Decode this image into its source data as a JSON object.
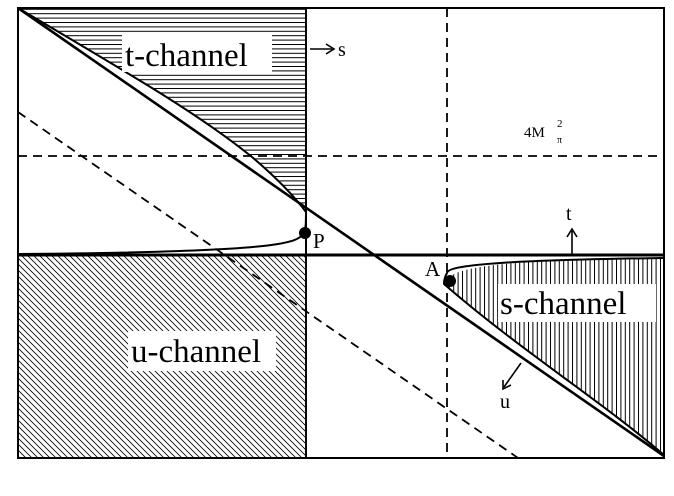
{
  "diagram": {
    "regions": {
      "t_channel": "t-channel",
      "s_channel": "s-channel",
      "u_channel": "u-channel"
    },
    "axes": {
      "s": "s",
      "t": "t",
      "u": "u"
    },
    "points": {
      "P": "P",
      "A": "A"
    },
    "threshold": {
      "base": "4M",
      "superscript": "2",
      "subscript": "π"
    },
    "colors": {
      "ink": "#000000",
      "background": "#ffffff"
    }
  }
}
